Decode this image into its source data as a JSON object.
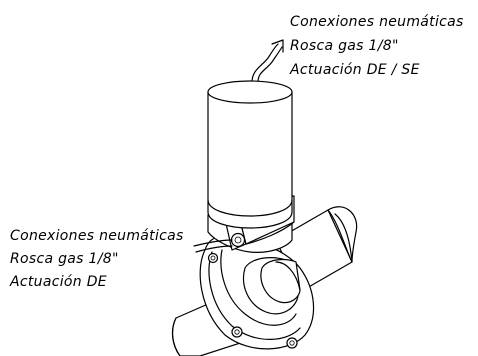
{
  "labels": {
    "top": {
      "line1": "Conexiones neumáticas",
      "line2": "Rosca gas 1/8\"",
      "line3": "Actuación DE / SE"
    },
    "left": {
      "line1": "Conexiones neumáticas",
      "line2": "Rosca gas 1/8\"",
      "line3": "Actuación DE"
    }
  }
}
